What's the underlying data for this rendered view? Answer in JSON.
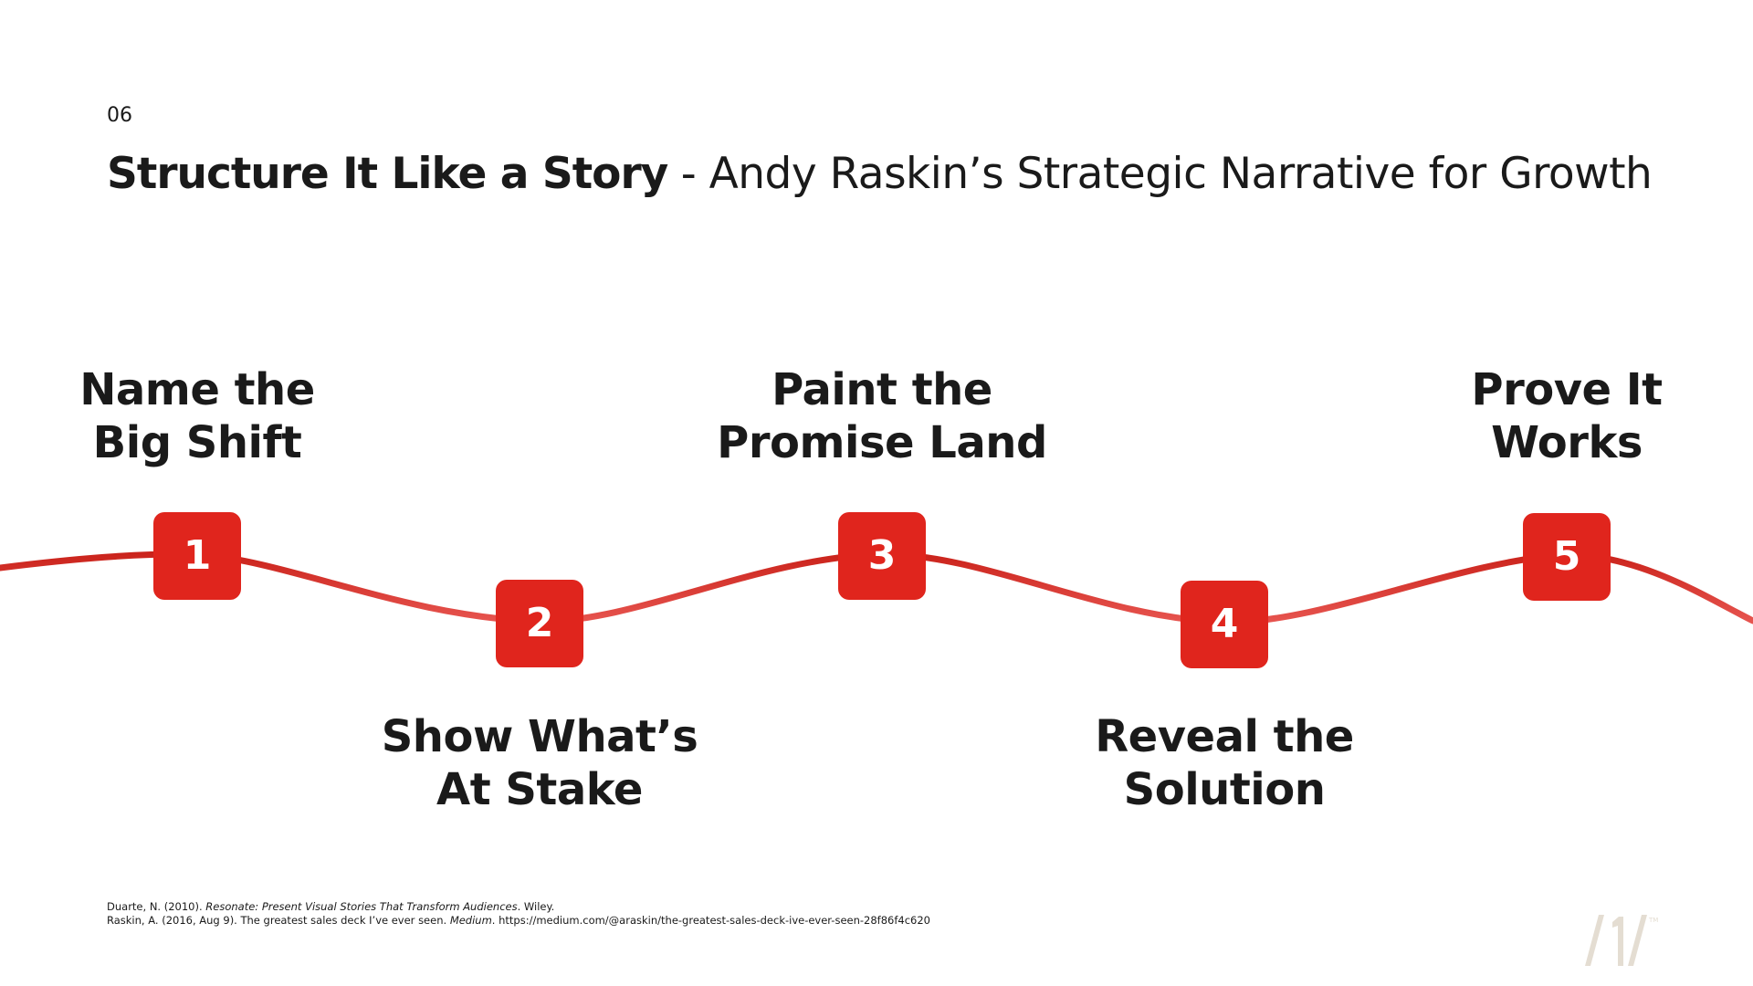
{
  "slide": {
    "number": "06",
    "title_strong": "Structure It Like a Story",
    "title_rest": " - Andy Raskin’s Strategic Narrative for Growth"
  },
  "colors": {
    "accent": "#e0251d",
    "wave_dark": "#c81f17",
    "wave_light": "#ea5a55",
    "text": "#1a1a1a",
    "logo": "#e4ddd2"
  },
  "steps": [
    {
      "number": "1",
      "label_lines": [
        "Name the",
        "Big Shift"
      ]
    },
    {
      "number": "2",
      "label_lines": [
        "Show What’s",
        "At Stake"
      ]
    },
    {
      "number": "3",
      "label_lines": [
        "Paint the",
        "Promise Land"
      ]
    },
    {
      "number": "4",
      "label_lines": [
        "Reveal the",
        "Solution"
      ]
    },
    {
      "number": "5",
      "label_lines": [
        "Prove It",
        "Works"
      ]
    }
  ],
  "references": [
    {
      "before": "Duarte, N. (2010). ",
      "italic": "Resonate: Present Visual Stories That Transform Audiences",
      "after": ". Wiley."
    },
    {
      "before": "Raskin, A. (2016, Aug 9). The greatest sales deck I’ve ever seen. ",
      "italic": "Medium",
      "after": ". https://medium.com/@araskin/the-greatest-sales-deck-ive-ever-seen-28f86f4c620"
    }
  ],
  "logo": {
    "icon": "slash-one-slash-logo",
    "mark_text": "TM"
  }
}
